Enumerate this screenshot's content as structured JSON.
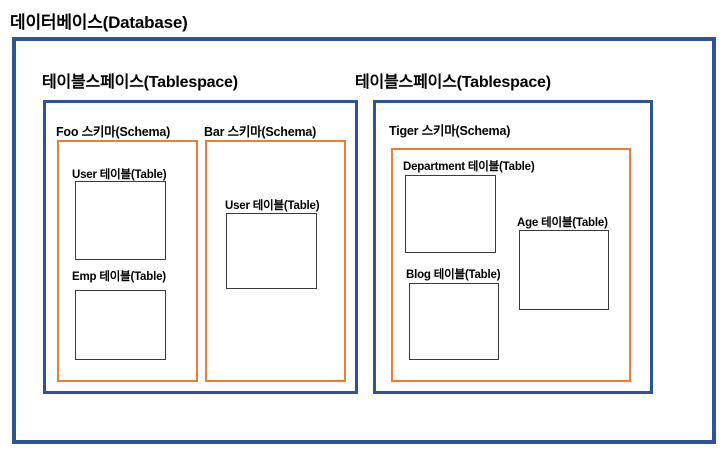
{
  "diagram": {
    "title": "데이터베이스(Database)",
    "colors": {
      "database_border": "#2E5496",
      "tablespace_border": "#2E5496",
      "schema_border": "#ED7D31",
      "table_border": "#3a3a3a",
      "background": "#FFFFFF",
      "text": "#000000"
    },
    "tablespaces": [
      {
        "label": "테이블스페이스(Tablespace)",
        "schemas": [
          {
            "label": "Foo 스키마(Schema)",
            "tables": [
              {
                "label": "User 테이블(Table)"
              },
              {
                "label": "Emp 테이블(Table)"
              }
            ]
          },
          {
            "label": "Bar 스키마(Schema)",
            "tables": [
              {
                "label": "User 테이블(Table)"
              }
            ]
          }
        ]
      },
      {
        "label": "테이블스페이스(Tablespace)",
        "schemas": [
          {
            "label": "Tiger 스키마(Schema)",
            "tables": [
              {
                "label": "Department 테이블(Table)"
              },
              {
                "label": "Age 테이블(Table)"
              },
              {
                "label": "Blog 테이블(Table)"
              }
            ]
          }
        ]
      }
    ]
  }
}
